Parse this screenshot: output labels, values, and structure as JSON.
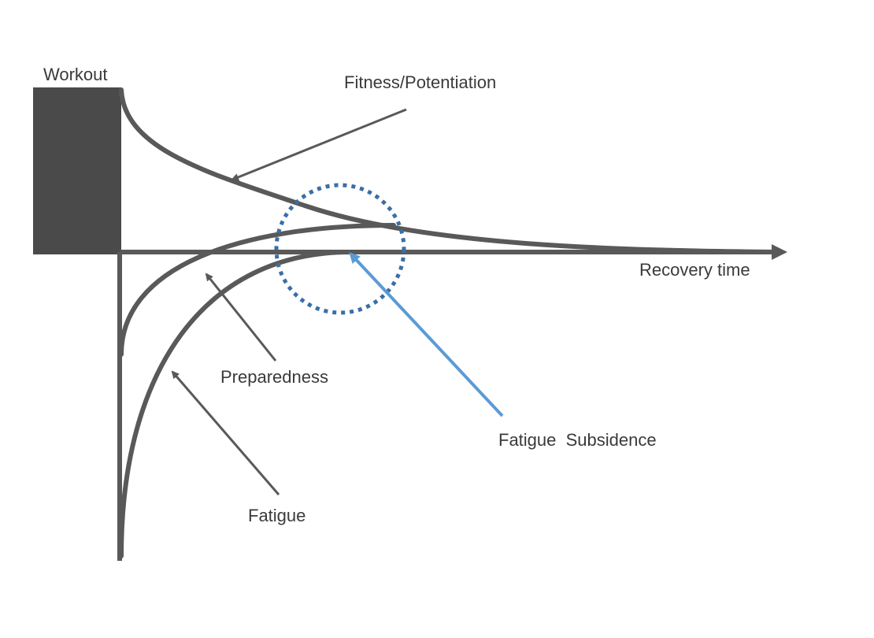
{
  "labels": {
    "workout": "Workout",
    "fitness": "Fitness/Potentiation",
    "recovery_time": "Recovery time",
    "preparedness": "Preparedness",
    "fatigue": "Fatigue",
    "fatigue_subsidence": "Fatigue  Subsidence"
  },
  "colors": {
    "main": "#595959",
    "workout_block": "#4a4a4a",
    "highlight_circle": "#3b6ea5",
    "subsidence_arrow": "#5b9bd5"
  }
}
